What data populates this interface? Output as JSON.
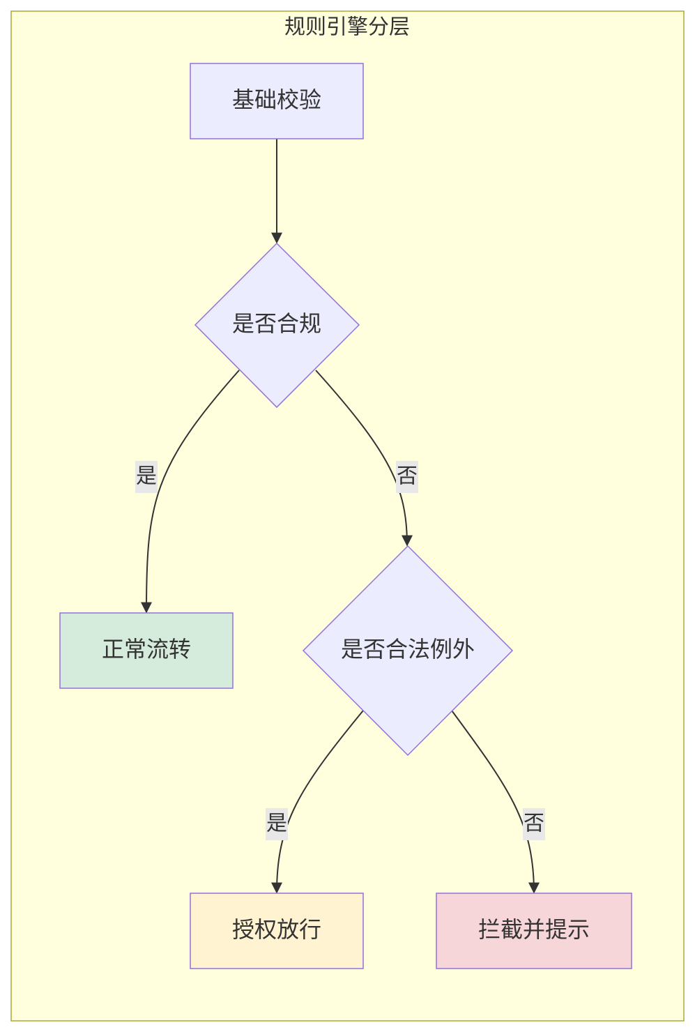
{
  "diagram": {
    "title": "规则引擎分层",
    "nodes": {
      "basic_check": {
        "label": "基础校验",
        "shape": "rect",
        "fill": "#ECECFF",
        "stroke": "#9370DB"
      },
      "compliance_decision": {
        "label": "是否合规",
        "shape": "diamond",
        "fill": "#ECECFF",
        "stroke": "#9370DB"
      },
      "normal_flow": {
        "label": "正常流转",
        "shape": "rect",
        "fill": "#D5EBDB",
        "stroke": "#9370DB"
      },
      "exception_decision": {
        "label": "是否合法例外",
        "shape": "diamond",
        "fill": "#ECECFF",
        "stroke": "#9370DB"
      },
      "authorize_pass": {
        "label": "授权放行",
        "shape": "rect",
        "fill": "#FFF3D1",
        "stroke": "#9370DB"
      },
      "block_prompt": {
        "label": "拦截并提示",
        "shape": "rect",
        "fill": "#F7D6DA",
        "stroke": "#9370DB"
      }
    },
    "edges": {
      "basic_to_compliance": {
        "from": "basic_check",
        "to": "compliance_decision",
        "label": ""
      },
      "compliance_yes": {
        "from": "compliance_decision",
        "to": "normal_flow",
        "label": "是"
      },
      "compliance_no": {
        "from": "compliance_decision",
        "to": "exception_decision",
        "label": "否"
      },
      "exception_yes": {
        "from": "exception_decision",
        "to": "authorize_pass",
        "label": "是"
      },
      "exception_no": {
        "from": "exception_decision",
        "to": "block_prompt",
        "label": "否"
      }
    },
    "colors": {
      "cluster_fill": "#FFFFDE",
      "cluster_stroke": "#AAAA33",
      "edge": "#333333",
      "edge_label_bg": "#E8E8E8"
    }
  }
}
